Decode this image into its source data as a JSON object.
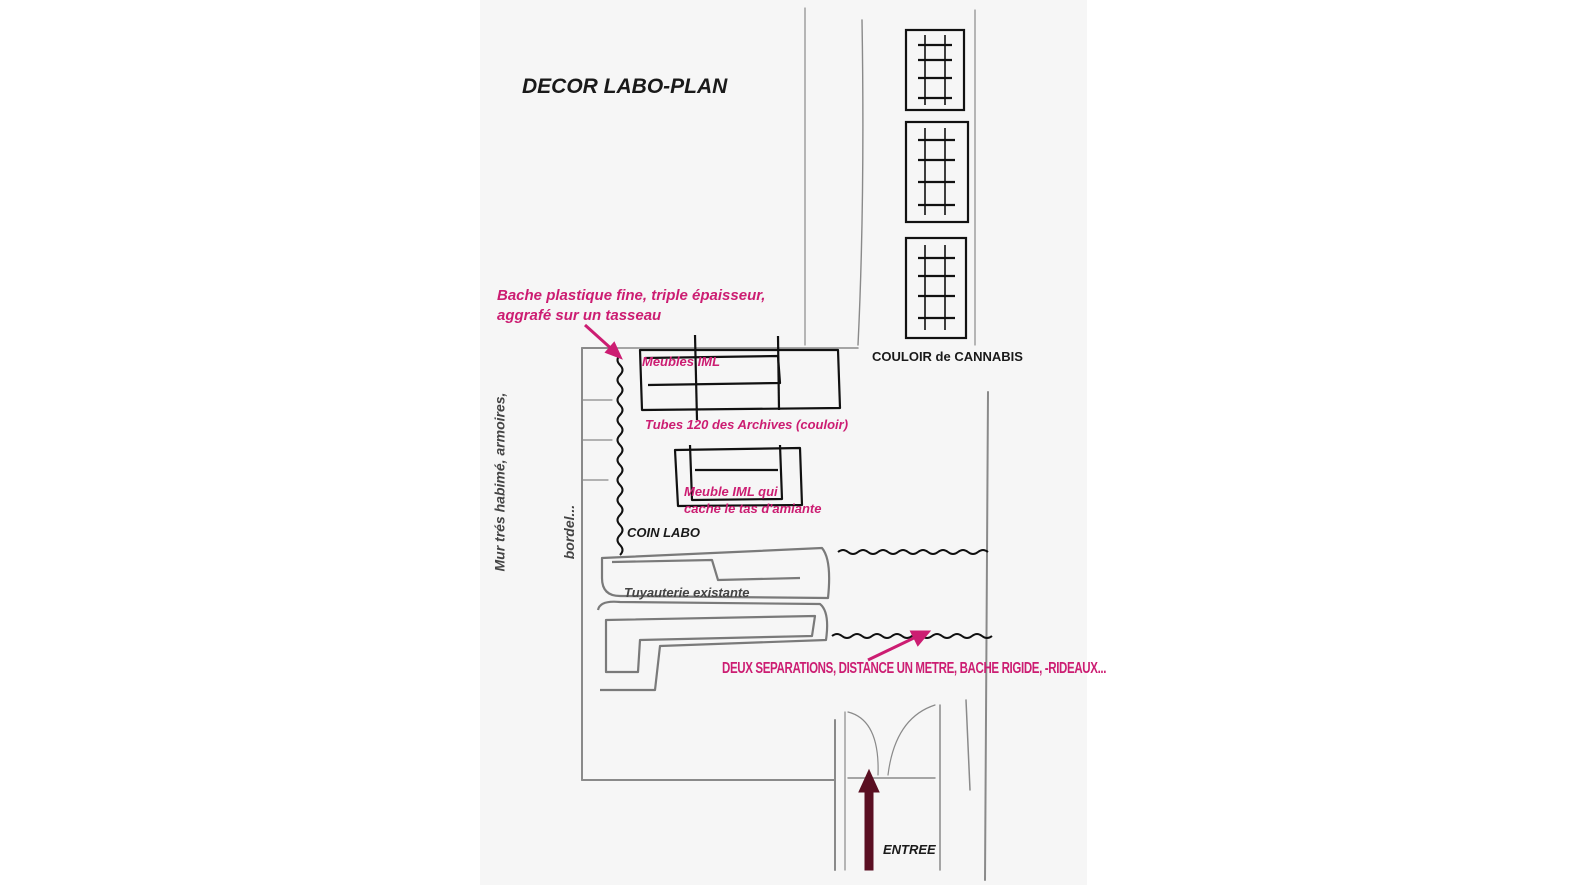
{
  "title": "DECOR LABO-PLAN",
  "labels": {
    "bache_line1": "Bache plastique fine, triple épaisseur,",
    "bache_line2": "aggrafé sur un tasseau",
    "meubles_iml": "Meubles IML",
    "tubes": "Tubes 120 des Archives (couloir)",
    "meuble_iml_line1": "Meuble IML qui",
    "meuble_iml_line2": "cache le tas d'amiante",
    "couloir": "COULOIR de CANNABIS",
    "coin_labo": "COIN LABO",
    "mur_line1": "Mur trés habimé, armoires,",
    "mur_line2": "bordel...",
    "tuyauterie": "Tuyauterie existante",
    "separations": "DEUX SEPARATIONS, DISTANCE UN METRE, BACHE RIGIDE, -RIDEAUX...",
    "entree": "ENTREE"
  },
  "colors": {
    "annotation": "#cc1d72",
    "ink": "#111111",
    "pencil": "#8a8a8a",
    "entry_arrow": "#5a0f22"
  }
}
